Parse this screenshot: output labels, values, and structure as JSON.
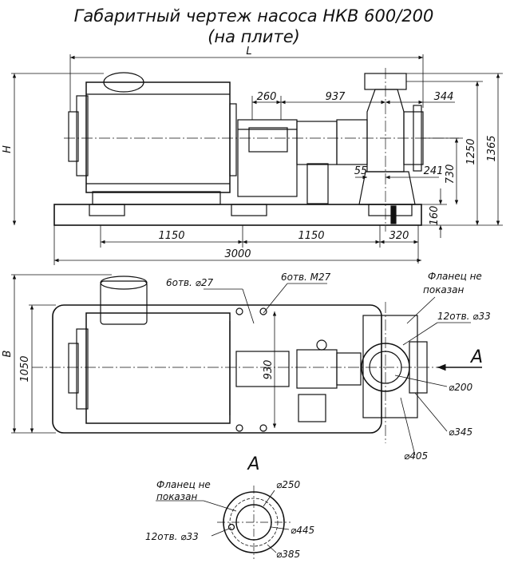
{
  "title": {
    "line1": "Габаритный чертеж насоса НКВ 600/200",
    "line2": "(на плите)"
  },
  "side_view": {
    "dims": {
      "L": "L",
      "H": "H",
      "d260": "260",
      "d937": "937",
      "d344": "344",
      "d55": "55",
      "d241": "241",
      "d730": "730",
      "d1250": "1250",
      "d1365": "1365",
      "d160": "160",
      "d1150a": "1150",
      "d1150b": "1150",
      "d320": "320",
      "d3000": "3000"
    }
  },
  "plan_view": {
    "dims": {
      "B": "B",
      "d1050": "1050",
      "d930": "930"
    },
    "notes": {
      "holes27": "6отв. ⌀27",
      "holesM27": "6отв. М27",
      "flange_line1": "Фланец не",
      "flange_line2": "показан",
      "holes33": "12отв. ⌀33",
      "d200": "⌀200",
      "d345": "⌀345",
      "d405": "⌀405",
      "arrow_label": "А"
    }
  },
  "view_a": {
    "label": "А",
    "flange_line1": "Фланец не",
    "flange_line2": "показан",
    "d250": "⌀250",
    "d445": "⌀445",
    "d385": "⌀385",
    "holes33": "12отв. ⌀33"
  }
}
